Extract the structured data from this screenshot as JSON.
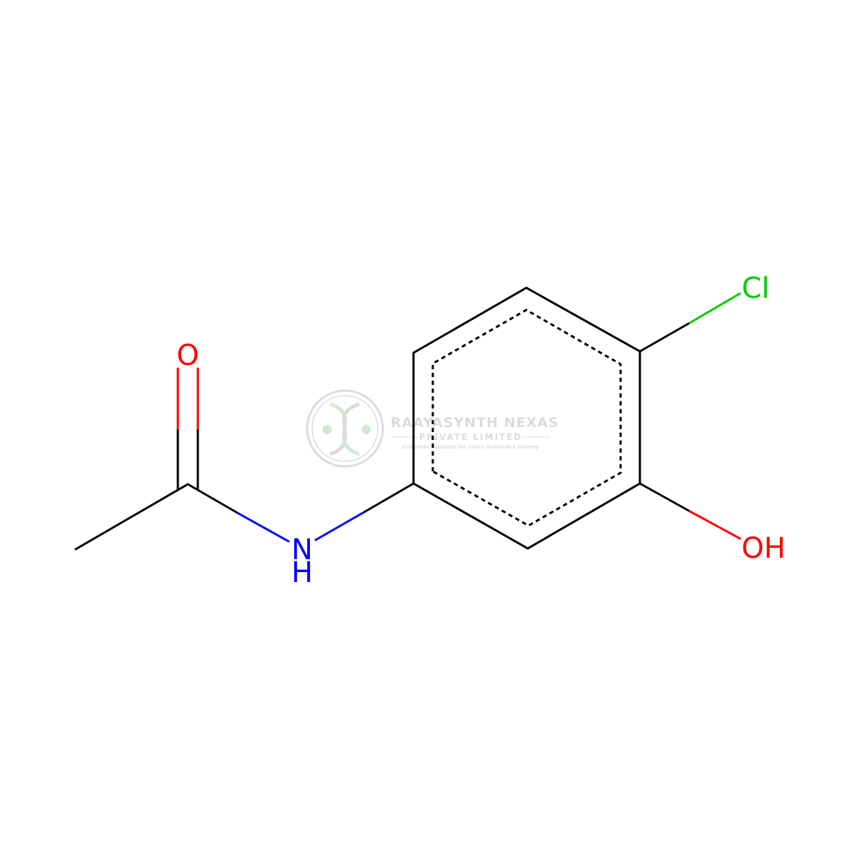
{
  "atoms": {
    "oxygen_carbonyl": "O",
    "nitrogen": "N",
    "nitrogen_hydrogen": "H",
    "chlorine": "Cl",
    "hydroxyl": "OH"
  },
  "colors": {
    "bond": "#000000",
    "oxygen": "#FF0000",
    "nitrogen": "#0000FF",
    "chlorine": "#00CC00",
    "background": "#FFFFFF",
    "watermark_gray": "#9A9A9A",
    "watermark_green": "#7BC67B"
  },
  "watermark": {
    "logo_icon": "dna-helix-icon",
    "title": "RAAYASYNTH NEXAS",
    "subtitle": "PRIVATE LIMITED",
    "tagline": "Complete solutions for every molecule's journey"
  }
}
